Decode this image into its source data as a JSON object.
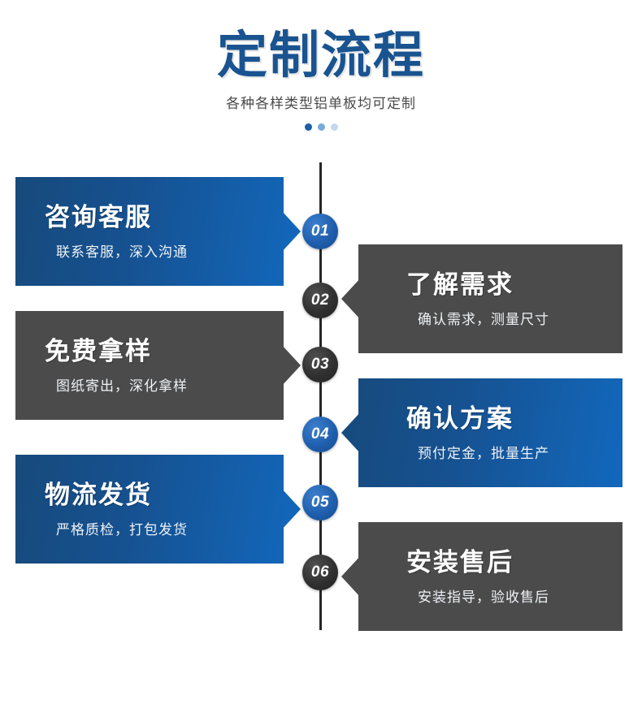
{
  "header": {
    "title": "定制流程",
    "subtitle": "各种各样类型铝单板均可定制",
    "dots": [
      "dot-active",
      "dot-medium",
      "dot-light"
    ],
    "title_color": "#1a5490"
  },
  "theme": {
    "blue_dark": "#174a7c",
    "blue_bright": "#1268bd",
    "gray": "#4b4b4b",
    "line_color": "#262626",
    "badge_blue": "#1f5fae",
    "badge_gray": "#303030",
    "text_white": "#ffffff"
  },
  "timeline": {
    "steps": [
      {
        "number": "01",
        "title": "咨询客服",
        "desc": "联系客服，深入沟通",
        "side": "left",
        "color": "blue"
      },
      {
        "number": "02",
        "title": "了解需求",
        "desc": "确认需求，测量尺寸",
        "side": "right",
        "color": "gray"
      },
      {
        "number": "03",
        "title": "免费拿样",
        "desc": "图纸寄出，深化拿样",
        "side": "left",
        "color": "gray"
      },
      {
        "number": "04",
        "title": "确认方案",
        "desc": "预付定金，批量生产",
        "side": "right",
        "color": "blue"
      },
      {
        "number": "05",
        "title": "物流发货",
        "desc": "严格质检，打包发货",
        "side": "left",
        "color": "blue"
      },
      {
        "number": "06",
        "title": "安装售后",
        "desc": "安装指导，验收售后",
        "side": "right",
        "color": "gray"
      }
    ]
  }
}
